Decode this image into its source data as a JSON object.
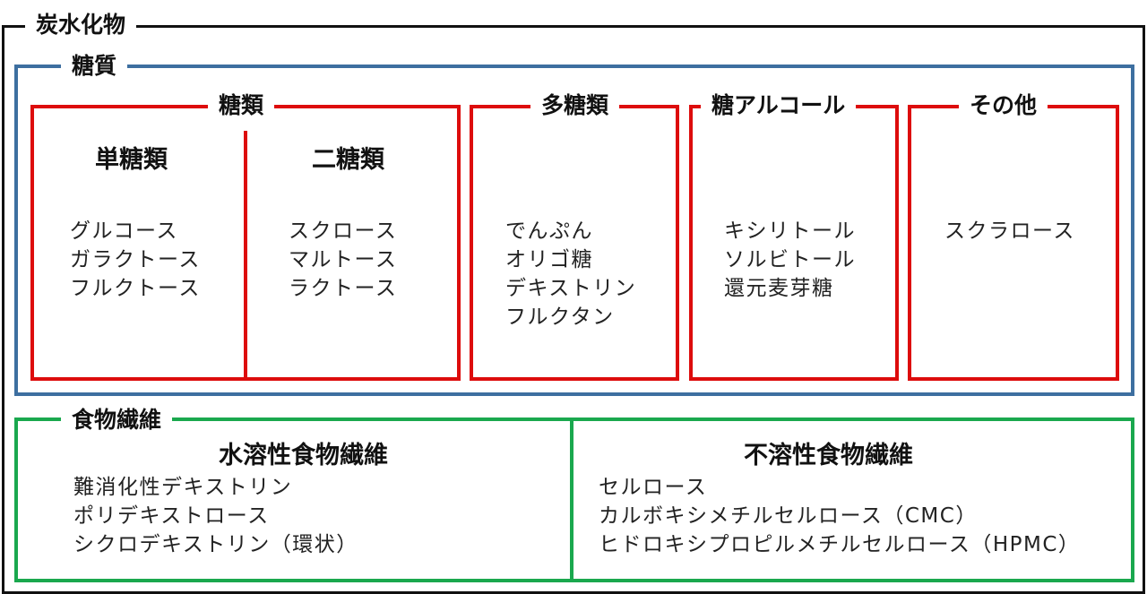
{
  "title": "炭水化物",
  "sugars": {
    "label": "糖質",
    "saccharides": {
      "label": "糖類",
      "monosaccharides": {
        "label": "単糖類",
        "items": [
          "グルコース",
          "ガラクトース",
          "フルクトース"
        ]
      },
      "disaccharides": {
        "label": "二糖類",
        "items": [
          "スクロース",
          "マルトース",
          "ラクトース"
        ]
      }
    },
    "polysaccharides": {
      "label": "多糖類",
      "items": [
        "でんぷん",
        "オリゴ糖",
        "デキストリン",
        "フルクタン"
      ]
    },
    "sugar_alcohols": {
      "label": "糖アルコール",
      "items": [
        "キシリトール",
        "ソルビトール",
        "還元麦芽糖"
      ]
    },
    "others": {
      "label": "その他",
      "items": [
        "スクラロース"
      ]
    }
  },
  "fiber": {
    "label": "食物繊維",
    "soluble": {
      "label": "水溶性食物繊維",
      "items": [
        "難消化性デキストリン",
        "ポリデキストロース",
        "シクロデキストリン（環状）"
      ]
    },
    "insoluble": {
      "label": "不溶性食物繊維",
      "items": [
        "セルロース",
        "カルボキシメチルセルロース（CMC）",
        "ヒドロキシプロピルメチルセルロース（HPMC）"
      ]
    }
  },
  "colors": {
    "outer": "#111111",
    "sugars": "#3d6fa0",
    "categories": "#dd0c0c",
    "fiber": "#1aa84e"
  }
}
